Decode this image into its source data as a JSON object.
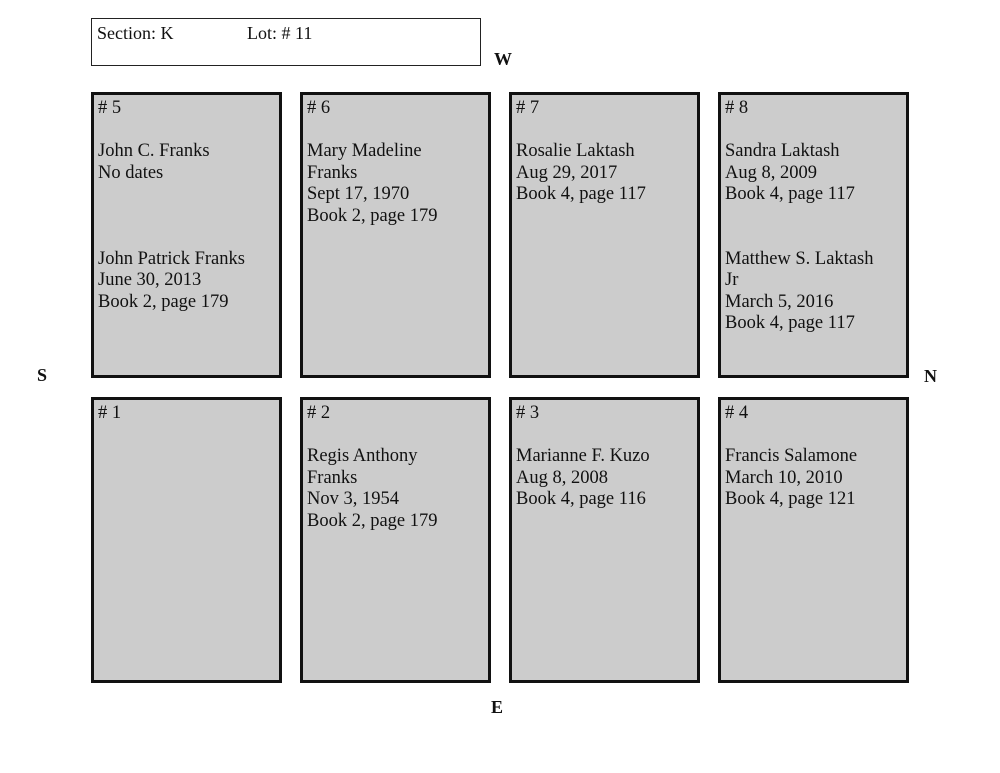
{
  "header": {
    "section": "Section:  K",
    "lot": "Lot: #  11"
  },
  "directions": {
    "west": "W",
    "east": "E",
    "south": "S",
    "north": "N"
  },
  "plots": [
    {
      "number": "# 5",
      "lines": [
        "",
        "John C. Franks",
        "No dates",
        "",
        "",
        "",
        "John Patrick Franks",
        "June 30, 2013",
        "Book 2, page 179"
      ]
    },
    {
      "number": "# 6",
      "lines": [
        "",
        "Mary Madeline",
        "Franks",
        "Sept 17, 1970",
        "Book 2, page 179"
      ]
    },
    {
      "number": "# 7",
      "lines": [
        "",
        "Rosalie Laktash",
        "Aug 29, 2017",
        "Book 4, page 117"
      ]
    },
    {
      "number": "# 8",
      "lines": [
        "",
        "Sandra Laktash",
        "Aug 8, 2009",
        "Book 4, page 117",
        "",
        "",
        "Matthew S. Laktash",
        "Jr",
        "March 5, 2016",
        "Book 4, page 117"
      ]
    },
    {
      "number": "# 1",
      "lines": []
    },
    {
      "number": "# 2",
      "lines": [
        "",
        "Regis Anthony",
        "Franks",
        "Nov 3, 1954",
        "Book 2, page 179"
      ]
    },
    {
      "number": "# 3",
      "lines": [
        "",
        "Marianne F. Kuzo",
        "Aug 8, 2008",
        "Book 4, page 116"
      ]
    },
    {
      "number": "# 4",
      "lines": [
        "",
        "Francis Salamone",
        "March 10, 2010",
        "Book 4, page 121"
      ]
    }
  ]
}
